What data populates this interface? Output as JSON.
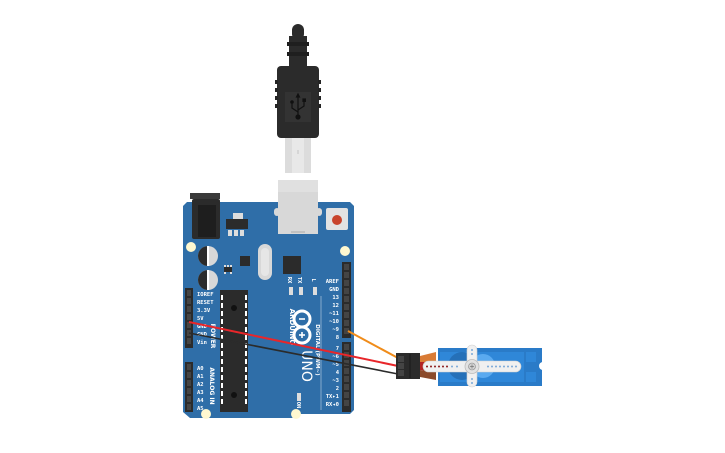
{
  "diagram": {
    "type": "circuit",
    "components": [
      "usb-cable",
      "arduino-uno",
      "servo-motor"
    ],
    "colors": {
      "board": "#2f6ea8",
      "board_dark": "#255a8c",
      "header": "#2b2b2b",
      "usb_plug": "#2b2b2b",
      "wire_signal": "#f08c1a",
      "wire_power": "#e8262a",
      "wire_ground": "#2b2b2b",
      "servo_body": "#2a7bc8",
      "servo_horn": "#f0f0f0"
    }
  },
  "board": {
    "brand": "ARDUINO",
    "model": "UNO",
    "led_labels": {
      "rx": "RX",
      "tx": "TX",
      "l": "L",
      "on": "ON"
    },
    "power_header_title": "POWER",
    "analog_header_title": "ANALOG IN",
    "digital_header_title": "DIGITAL (PWM~)",
    "power_pins": [
      "IOREF",
      "RESET",
      "3.3V",
      "5V",
      "GND",
      "GND",
      "Vin"
    ],
    "analog_pins": [
      "A0",
      "A1",
      "A2",
      "A3",
      "A4",
      "A5"
    ],
    "digital_pins_top": [
      "AREF",
      "GND",
      "13",
      "12",
      "~11",
      "~10",
      "~9",
      "8"
    ],
    "digital_pins_bottom": [
      "7",
      "~6",
      "~5",
      "4",
      "~3",
      "2",
      "TX▸1",
      "RX◂0"
    ]
  },
  "connections": [
    {
      "from": "servo.signal",
      "to": "arduino.~9",
      "color": "orange"
    },
    {
      "from": "servo.power",
      "to": "arduino.5V",
      "color": "red"
    },
    {
      "from": "servo.ground",
      "to": "arduino.GND",
      "color": "black"
    }
  ]
}
